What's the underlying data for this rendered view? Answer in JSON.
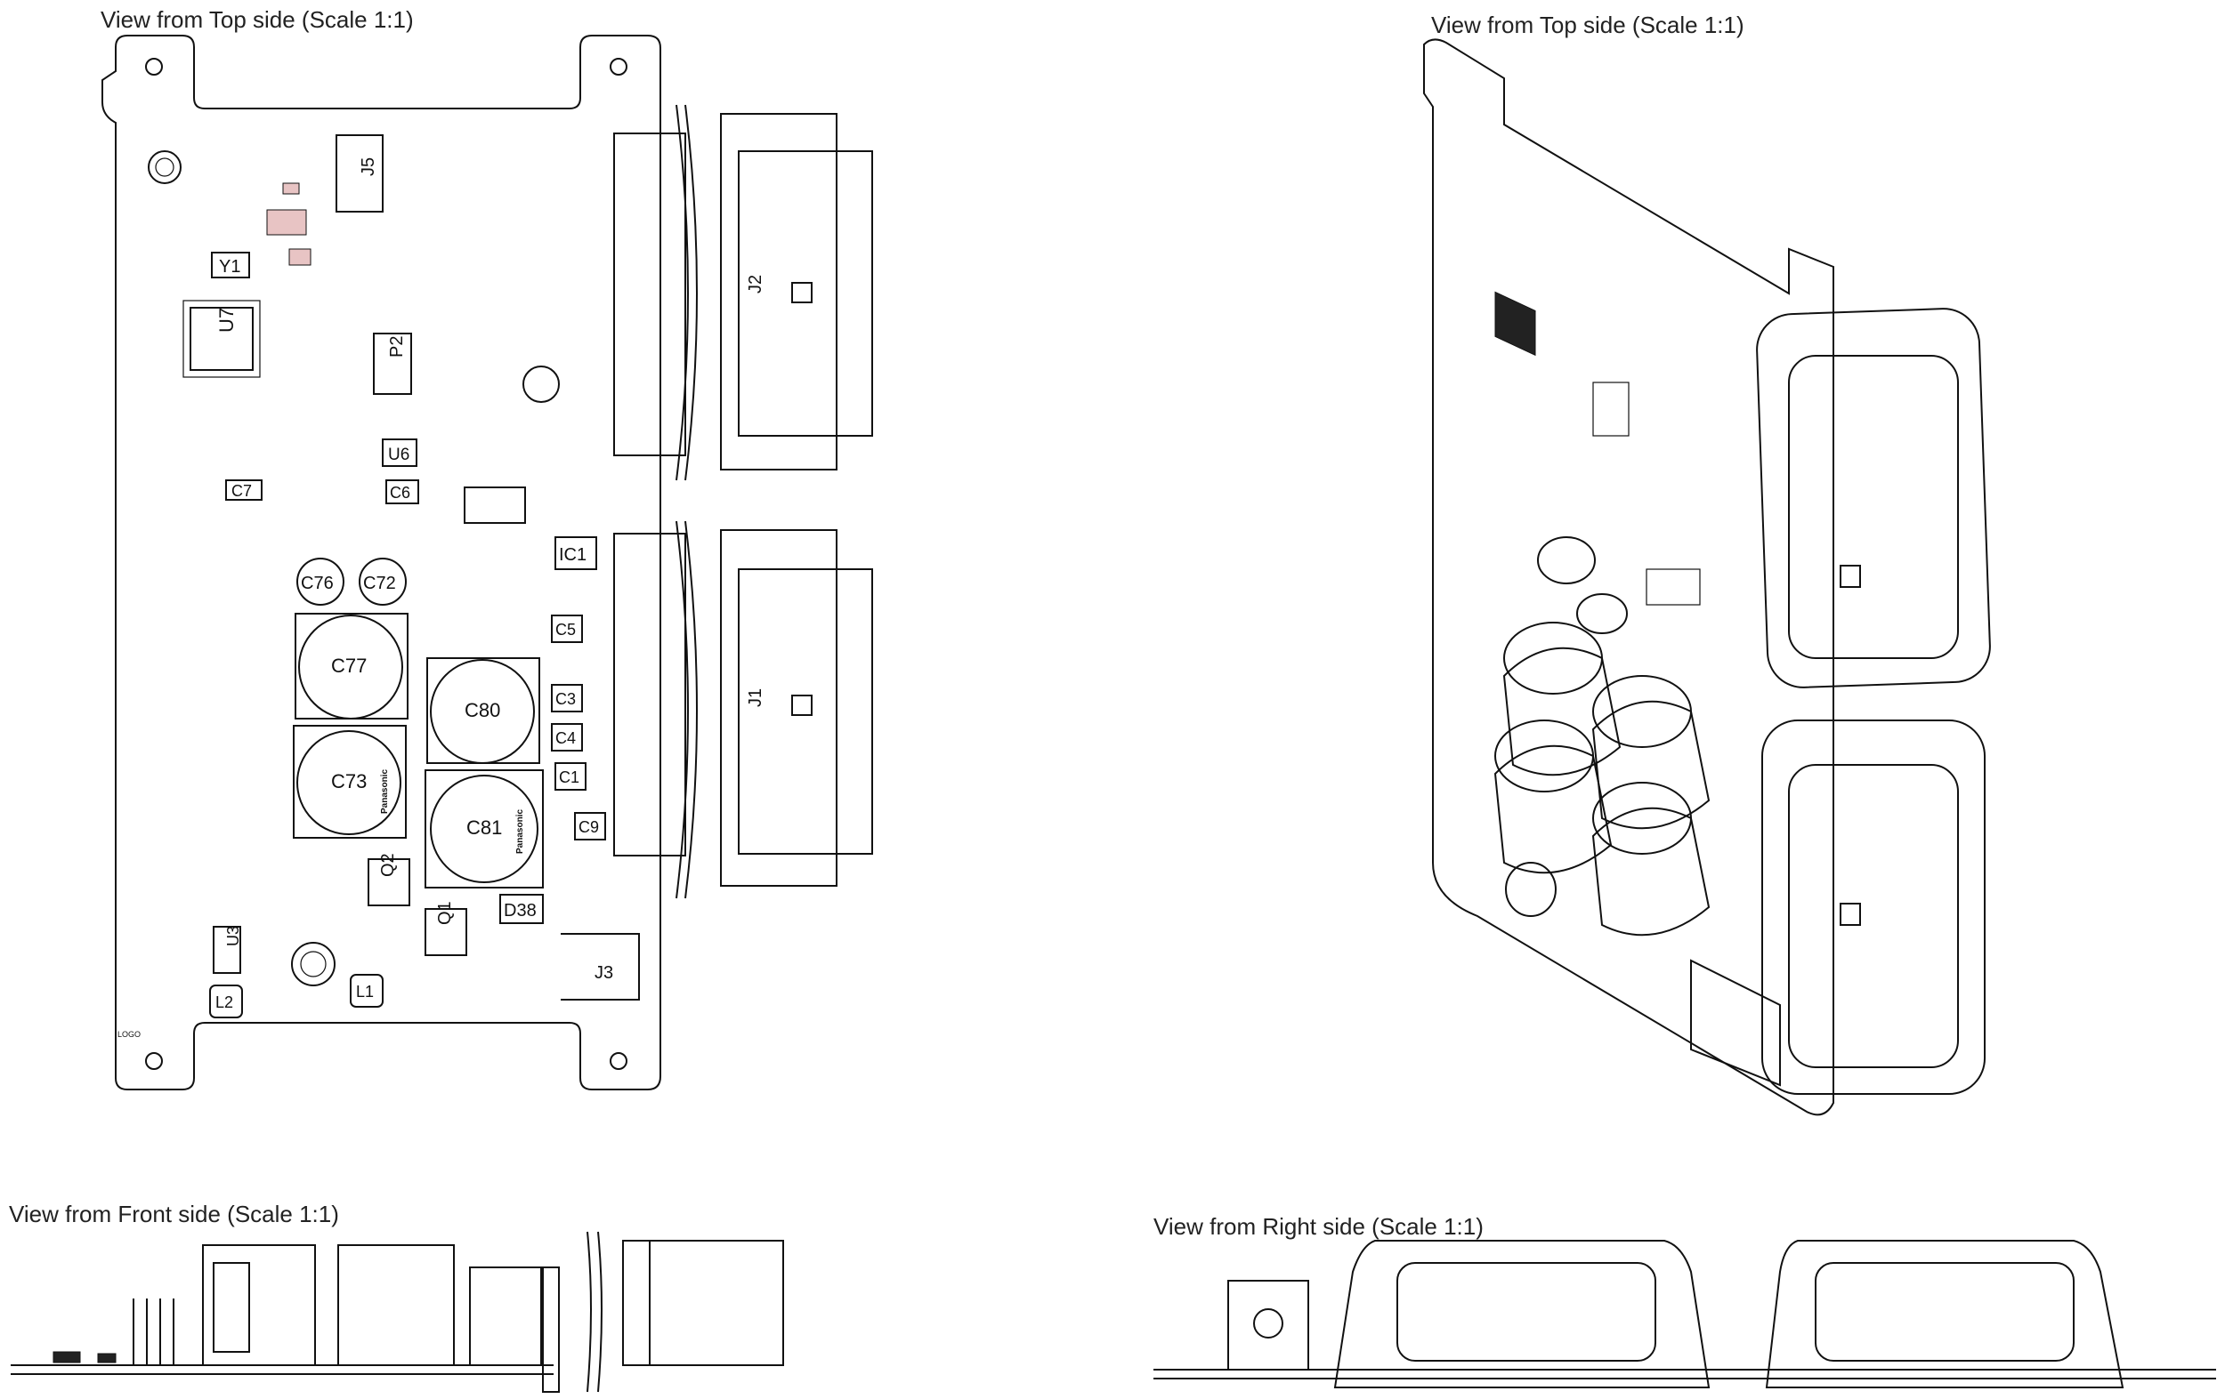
{
  "views": {
    "top_left_title": "View from Top side (Scale 1:1)",
    "top_right_title": "View from Top side (Scale 1:1)",
    "front_title": "View from Front side (Scale 1:1)",
    "right_title": "View from Right side (Scale 1:1)"
  },
  "components": {
    "j5": "J5",
    "y1": "Y1",
    "u7": "U7",
    "j2": "J2",
    "j1": "J1",
    "p2": "P2",
    "c7": "C7",
    "u6": "U6",
    "c6": "C6",
    "ic1": "IC1",
    "c76": "C76",
    "c72": "C72",
    "c77": "C77",
    "c80": "C80",
    "c73": "C73",
    "c81": "C81",
    "q2": "Q2",
    "q1": "Q1",
    "d38": "D38",
    "u3": "U3",
    "l2": "L2",
    "l1": "L1",
    "j3": "J3",
    "c5": "C5",
    "c3": "C3",
    "c4": "C4",
    "c1": "C1",
    "c9": "C9",
    "logo": "LOGO",
    "panasonic": "Panasonic"
  }
}
